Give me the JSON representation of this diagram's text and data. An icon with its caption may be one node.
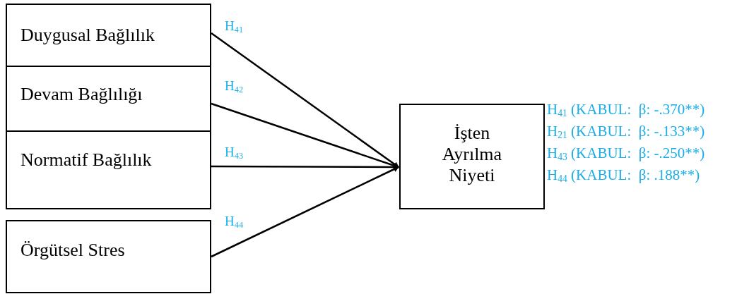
{
  "diagram": {
    "nodes": [
      {
        "text": [
          "Duygusal Bağlılık"
        ]
      },
      {
        "text": [
          "Devam Bağlılığı"
        ]
      },
      {
        "text": [
          "Normatif Bağlılık"
        ]
      },
      {
        "text": [
          "Örgütsel Stres"
        ]
      },
      {
        "text": [
          "İşten Ayrılma Niyeti"
        ],
        "beside": [
          "H$_{41}$ (KABUL:  β: -.370**)",
          "H$_{21}$ (KABUL:  β: -.133**)",
          "H$_{43}$ (KABUL:  β: -.250**)",
          "H$_{44}$ (KABUL:  β: .188**)"
        ]
      }
    ],
    "edges": [
      {
        "from": 0,
        "to": 4,
        "arrow": "to",
        "label": "H$_{41}$"
      },
      {
        "from": 1,
        "to": 4,
        "arrow": "to",
        "label": "H$_{42}$"
      },
      {
        "from": 2,
        "to": 4,
        "arrow": "to",
        "label": "H$_{43}$"
      },
      {
        "from": 3,
        "to": 4,
        "arrow": "to",
        "label": "H$_{44}$"
      }
    ]
  }
}
